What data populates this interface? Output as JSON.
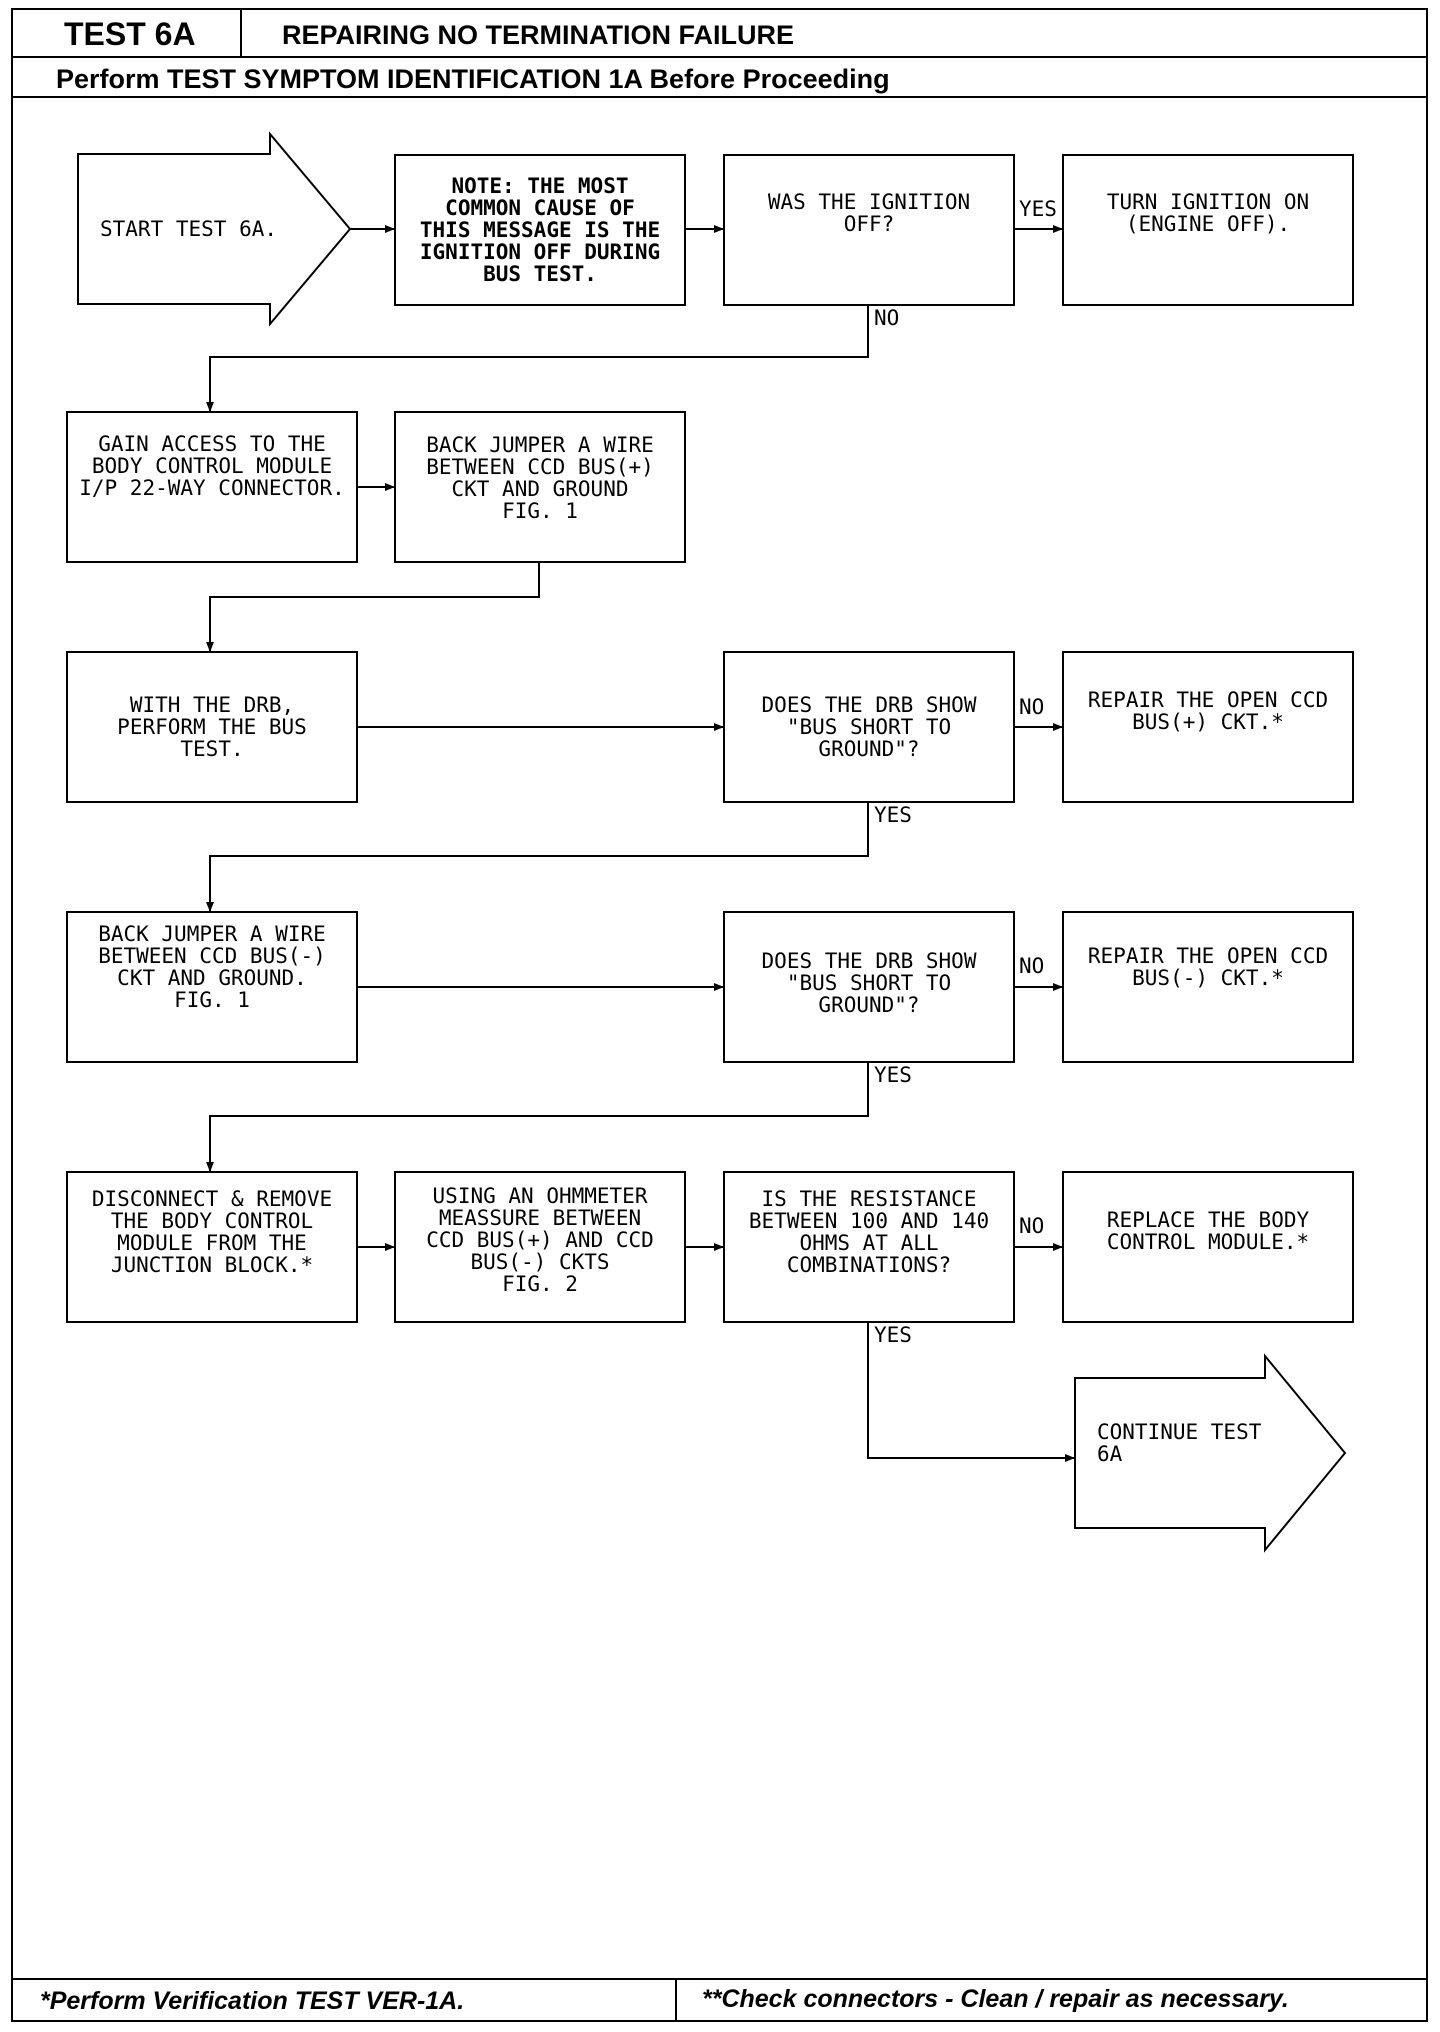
{
  "header": {
    "test_id": "TEST 6A",
    "title": "REPAIRING NO TERMINATION FAILURE",
    "subtitle": "Perform TEST SYMPTOM IDENTIFICATION 1A Before Proceeding"
  },
  "flow": {
    "start": [
      "START TEST 6A."
    ],
    "note": [
      "NOTE: THE MOST",
      "COMMON CAUSE OF",
      "THIS MESSAGE IS THE",
      "IGNITION OFF DURING",
      "BUS TEST."
    ],
    "q_ignition": [
      "WAS THE IGNITION",
      "OFF?"
    ],
    "turn_on": [
      "TURN IGNITION ON",
      "(ENGINE OFF)."
    ],
    "gain_access": [
      "GAIN ACCESS TO THE",
      "BODY CONTROL MODULE",
      "I/P 22-WAY CONNECTOR."
    ],
    "jumper_plus": [
      "BACK JUMPER A WIRE",
      "BETWEEN CCD BUS(+)",
      "CKT AND GROUND",
      "FIG. 1"
    ],
    "perform_bus": [
      "WITH THE DRB,",
      "PERFORM THE BUS",
      "TEST."
    ],
    "q_drb1": [
      "DOES THE DRB SHOW",
      "\"BUS SHORT TO",
      "GROUND\"?"
    ],
    "repair_plus": [
      "REPAIR THE OPEN CCD",
      "BUS(+) CKT.*"
    ],
    "jumper_minus": [
      "BACK JUMPER A WIRE",
      "BETWEEN CCD BUS(-)",
      "CKT AND GROUND.",
      "FIG. 1"
    ],
    "q_drb2": [
      "DOES THE DRB SHOW",
      "\"BUS SHORT TO",
      "GROUND\"?"
    ],
    "repair_minus": [
      "REPAIR THE OPEN CCD",
      "BUS(-) CKT.*"
    ],
    "disconnect": [
      "DISCONNECT & REMOVE",
      "THE BODY CONTROL",
      "MODULE FROM THE",
      "JUNCTION BLOCK.*"
    ],
    "ohmmeter": [
      "USING AN OHMMETER",
      "MEASSURE BETWEEN",
      "CCD BUS(+) AND CCD",
      "BUS(-) CKTS",
      "FIG. 2"
    ],
    "q_resistance": [
      "IS THE RESISTANCE",
      "BETWEEN 100 AND 140",
      "OHMS AT ALL",
      "COMBINATIONS?"
    ],
    "replace_bcm": [
      "REPLACE THE BODY",
      "CONTROL MODULE.*"
    ],
    "continue": [
      "CONTINUE TEST",
      "6A"
    ],
    "labels": {
      "yes": "YES",
      "no": "NO"
    }
  },
  "footer": {
    "left": "*Perform Verification TEST VER-1A.",
    "right": "**Check connectors - Clean / repair as necessary."
  }
}
